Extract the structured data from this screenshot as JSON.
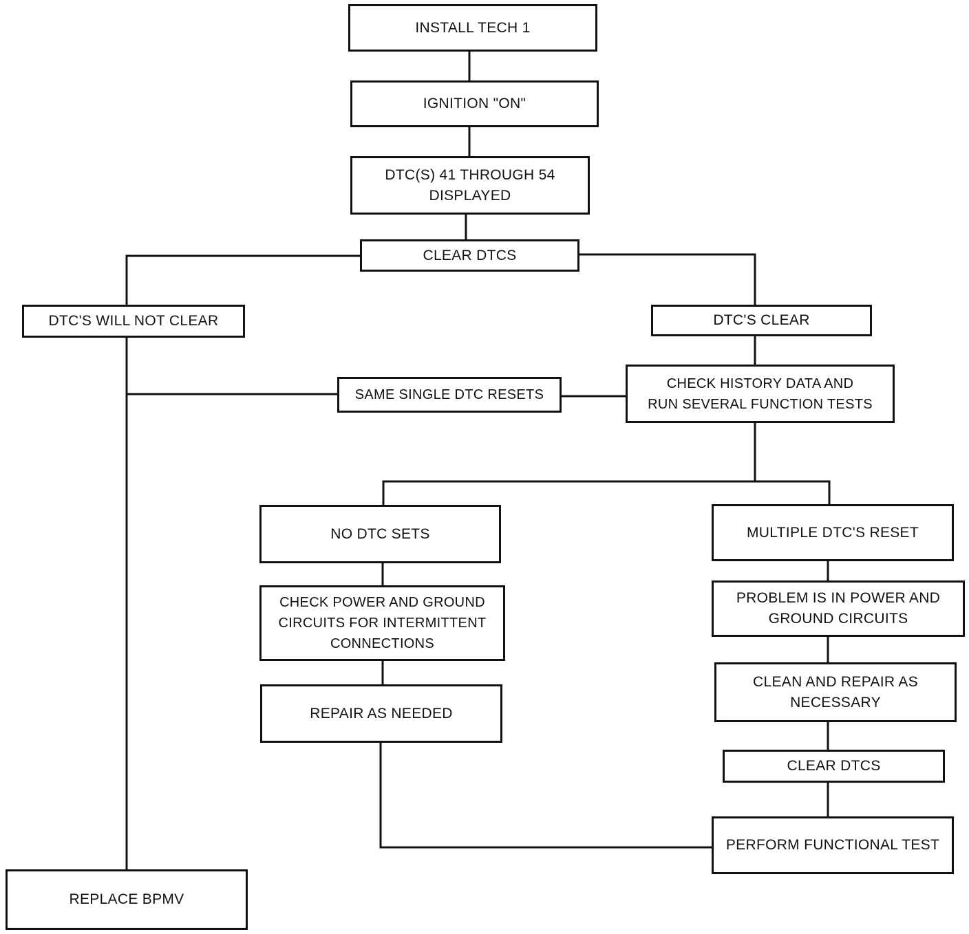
{
  "colors": {
    "line": "#111111",
    "box_fill": "#ffffff",
    "background": "#ffffff"
  },
  "nodes": {
    "install_tech1": "INSTALL TECH 1",
    "ignition_on": "IGNITION \"ON\"",
    "dtcs_displayed": "DTC(S) 41 THROUGH 54\nDISPLAYED",
    "clear_dtcs_1": "CLEAR DTCS",
    "dtcs_will_not_clear": "DTC'S WILL NOT CLEAR",
    "dtcs_clear": "DTC'S CLEAR",
    "same_single_dtc_resets": "SAME SINGLE DTC RESETS",
    "check_history": "CHECK HISTORY DATA AND\nRUN SEVERAL FUNCTION TESTS",
    "no_dtc_sets": "NO DTC SETS",
    "multiple_dtcs_reset": "MULTIPLE DTC'S RESET",
    "check_power_ground": "CHECK POWER AND GROUND\nCIRCUITS FOR INTERMITTENT\nCONNECTIONS",
    "problem_power_ground": "PROBLEM IS IN POWER AND\nGROUND CIRCUITS",
    "repair_as_needed": "REPAIR AS NEEDED",
    "clean_repair": "CLEAN AND REPAIR AS\nNECESSARY",
    "clear_dtcs_2": "CLEAR DTCS",
    "perform_functional_test": "PERFORM FUNCTIONAL TEST",
    "replace_bpmv": "REPLACE BPMV"
  }
}
